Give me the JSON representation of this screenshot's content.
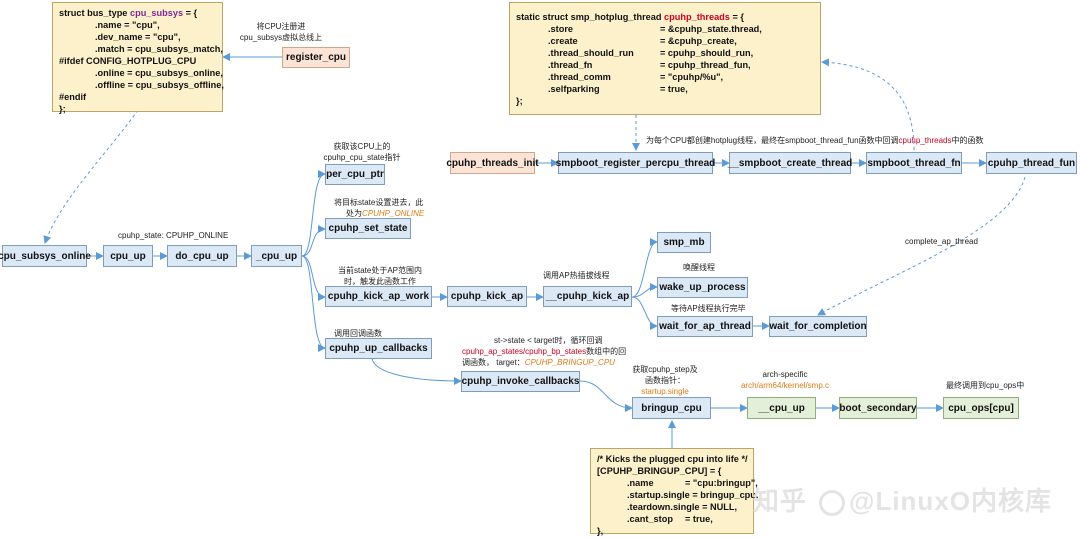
{
  "code": {
    "bus": {
      "l1a": "struct bus_type ",
      "l1b": "cpu_subsys",
      "l1c": " = {",
      "l2": ".name = \"cpu\",",
      "l3": ".dev_name = \"cpu\",",
      "l4": ".match = cpu_subsys_match,",
      "l5": "#ifdef CONFIG_HOTPLUG_CPU",
      "l6": ".online = cpu_subsys_online,",
      "l7": ".offline = cpu_subsys_offline,",
      "l8": "#endif",
      "l9": "};"
    },
    "hotplug": {
      "l1a": "static struct smp_hotplug_thread ",
      "l1b": "cpuhp_threads",
      "l1c": " = {",
      "rows": [
        {
          "k": ".store",
          "v": "= &cpuhp_state.thread,"
        },
        {
          "k": ".create",
          "v": "= &cpuhp_create,"
        },
        {
          "k": ".thread_should_run",
          "v": "= cpuhp_should_run,"
        },
        {
          "k": ".thread_fn",
          "v": "= cpuhp_thread_fun,"
        },
        {
          "k": ".thread_comm",
          "v": "= \"cpuhp/%u\","
        },
        {
          "k": ".selfparking",
          "v": "= true,"
        }
      ],
      "end": "};"
    },
    "bringup": {
      "l1": "/* Kicks the plugged cpu into life */",
      "l2": "[CPUHP_BRINGUP_CPU] = {",
      "rows": [
        {
          "k": ".name",
          "v": "= \"cpu:bringup\","
        },
        {
          "k": ".startup.single",
          "v": "= bringup_cpu,"
        },
        {
          "k": ".teardown.single",
          "v": "= NULL,"
        },
        {
          "k": ".cant_stop",
          "v": "= true,"
        }
      ],
      "end": "},"
    }
  },
  "nodes": {
    "register_cpu": "register_cpu",
    "cpu_subsys_online": "cpu_subsys_online",
    "cpu_up": "cpu_up",
    "do_cpu_up": "do_cpu_up",
    "_cpu_up": "_cpu_up",
    "per_cpu_ptr": "per_cpu_ptr",
    "cpuhp_set_state": "cpuhp_set_state",
    "cpuhp_kick_ap_work": "cpuhp_kick_ap_work",
    "cpuhp_kick_ap": "cpuhp_kick_ap",
    "__cpuhp_kick_ap": "__cpuhp_kick_ap",
    "cpuhp_up_callbacks": "cpuhp_up_callbacks",
    "cpuhp_invoke_callbacks": "cpuhp_invoke_callbacks",
    "cpuhp_threads_init": "cpuhp_threads_init",
    "smpboot_register_percpu_thread": "smpboot_register_percpu_thread",
    "__smpboot_create_thread": "__smpboot_create_thread",
    "smpboot_thread_fn": "smpboot_thread_fn",
    "cpuhp_thread_fun": "cpuhp_thread_fun",
    "smp_mb": "smp_mb",
    "wake_up_process": "wake_up_process",
    "wait_for_ap_thread": "wait_for_ap_thread",
    "wait_for_completion": "wait_for_completion",
    "bringup_cpu": "bringup_cpu",
    "__cpu_up": "__cpu_up",
    "boot_secondary": "boot_secondary",
    "cpu_ops": "cpu_ops[cpu]"
  },
  "notes": {
    "register": {
      "l1": "将CPU注册进",
      "l2": "cpu_subsys虚拟总线上"
    },
    "per_cpu": {
      "l1": "获取该CPU上的",
      "l2": "cpuhp_cpu_state指针"
    },
    "set_state": {
      "l1": "将目标state设置进去，此",
      "l2a": "处为",
      "l2b": "CPUHP_ONLINE"
    },
    "cpuhp_state": "cpuhp_state: CPUHP_ONLINE",
    "kick_work": {
      "l1": "当前state处于AP范围内",
      "l2": "时，触发此函数工作"
    },
    "kick_ap": "调用AP热插拔线程",
    "up_callbacks": "调用回调函数",
    "invoke": {
      "l1": "st->state < target时，循环回调",
      "l2a": "cpuhp_ap_states/cpuhp_bp_states",
      "l2b": "数组中的回",
      "l3a": "调函数，  target：",
      "l3b": "CPUHP_BRINGUP_CPU"
    },
    "threads": {
      "a": "为每个CPU都创建hotplug线程，最终在smpboot_thread_fun函数中回调",
      "b": "cpuhp_threads",
      "c": "中的函数"
    },
    "complete": "complete_ap_thread",
    "wake": "唤醒线程",
    "wait_ap": "等待AP线程执行完毕",
    "bringup": {
      "l1": "获取cpuhp_step及",
      "l2": "函数指针：",
      "l3": "startup.single"
    },
    "arch": {
      "l1": "arch-specific",
      "l2": "arch/arm64/kernel/smp.c"
    },
    "final": "最终调用到cpu_ops中"
  },
  "watermark": {
    "a": "知乎",
    "b": "@LinuxO内核库"
  },
  "colors": {
    "node_blue": "#dbe8f6",
    "node_green": "#e3efd9",
    "node_peach": "#fbe3d6",
    "code_yellow": "#fdf1cc",
    "connector": "#5b9bd5",
    "highlight_red": "#d0021b",
    "highlight_orange": "#e07a17"
  }
}
